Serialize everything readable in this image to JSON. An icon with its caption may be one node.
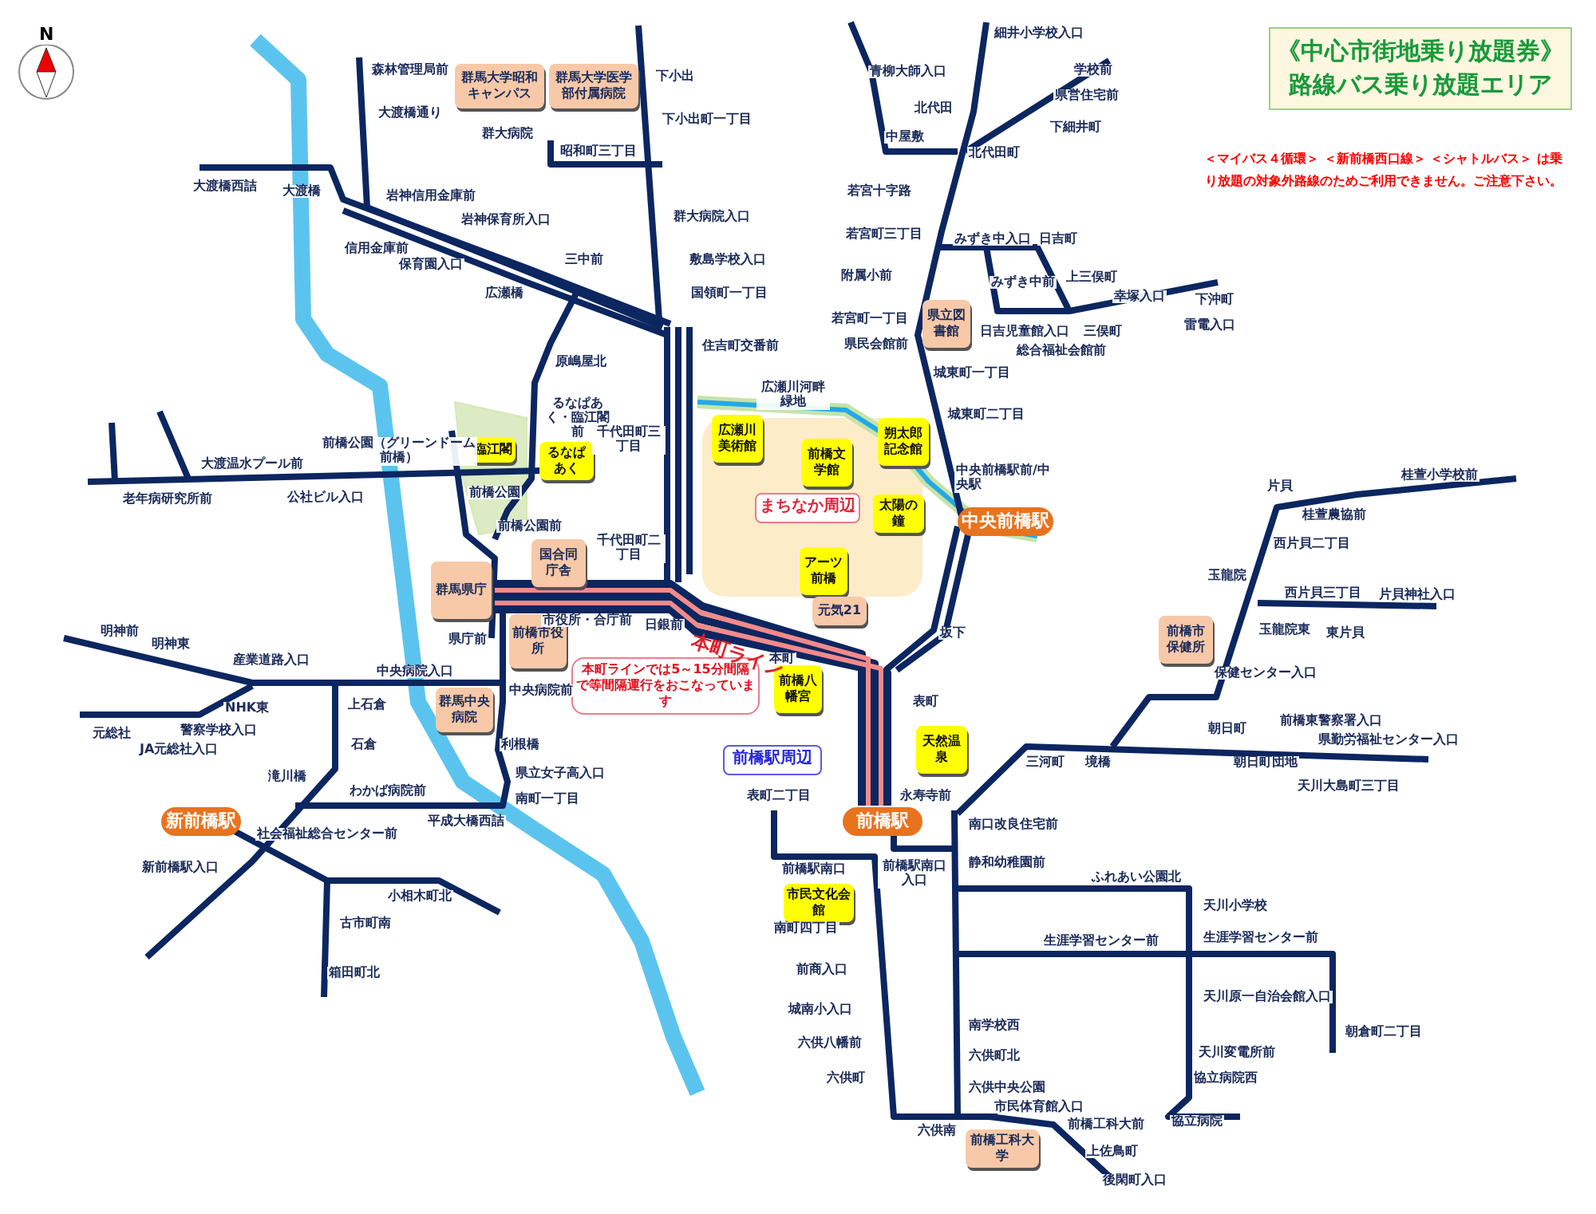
{
  "diagram": {
    "title": "《中心市街地乗り放題券》路線バス乗り放題エリア",
    "nodes": [
      {
        "text": [
          "群馬大学昭和キャンパス"
        ]
      },
      {
        "text": [
          "群馬大学医学部付属病院"
        ]
      },
      {
        "text": [
          "臨江閣"
        ]
      },
      {
        "text": [
          "るなぱあく"
        ]
      },
      {
        "text": [
          "広瀬川美術館"
        ]
      },
      {
        "text": [
          "前橋文学館"
        ]
      },
      {
        "text": [
          "朔太郎記念館"
        ]
      },
      {
        "text": [
          "太陽の鐘"
        ]
      },
      {
        "text": [
          "まちなか周辺"
        ]
      },
      {
        "text": [
          "国合同庁舎"
        ]
      },
      {
        "text": [
          "アーツ前橋"
        ]
      },
      {
        "text": [
          "元気21"
        ]
      },
      {
        "text": [
          "群馬県庁"
        ]
      },
      {
        "text": [
          "前橋市役所"
        ]
      },
      {
        "text": [
          "群馬中央病院"
        ]
      },
      {
        "text": [
          "本町ラインでは5～15分間隔で等間隔運行をおこなっています"
        ]
      },
      {
        "text": [
          "前橋八幡宮"
        ]
      },
      {
        "text": [
          "前橋駅周辺"
        ]
      },
      {
        "text": [
          "天然温泉"
        ]
      },
      {
        "text": [
          "前橋駅"
        ]
      },
      {
        "text": [
          "中央前橋駅"
        ]
      },
      {
        "text": [
          "新前橋駅"
        ]
      },
      {
        "text": [
          "市民文化会館"
        ]
      },
      {
        "text": [
          "県立図書館"
        ]
      },
      {
        "text": [
          "前橋市保健所"
        ]
      },
      {
        "text": [
          "前橋工科大学"
        ]
      }
    ],
    "labels": [
      "N",
      "森林管理局前",
      "大渡橋通り",
      "大渡橋西詰",
      "大渡橋",
      "岩神信用金庫前",
      "信用金庫前",
      "岩神保育所入口",
      "保育園入口",
      "広瀬橋",
      "三中前",
      "群大病院",
      "昭和町三丁目",
      "下小出",
      "下小出町一丁目",
      "群大病院入口",
      "敷島学校入口",
      "国領町一丁目",
      "住吉町交番前",
      "原嶋屋北",
      "るなぱあく・臨江閣前",
      "千代田町三丁目",
      "千代田町二丁目",
      "前橋公園（グリーンドーム前橋）",
      "前橋公園",
      "大渡温水プール前",
      "老年病研究所前",
      "公社ビル入口",
      "前橋公園前",
      "市役所・合庁前",
      "日銀前",
      "本町ライン",
      "本町",
      "坂下",
      "県庁前",
      "中央病院入口",
      "中央病院前",
      "利根橋",
      "県立女子高入口",
      "南町一丁目",
      "明神前",
      "明神東",
      "産業道路入口",
      "NHK東",
      "元総社",
      "警察学校入口",
      "JA元総社入口",
      "上石倉",
      "石倉",
      "滝川橋",
      "わかば病院前",
      "社会福祉総合センター前",
      "平成大橋西詰",
      "新前橋駅入口",
      "小相木町北",
      "古市町南",
      "箱田町北",
      "細井小学校入口",
      "学校前",
      "県営住宅前",
      "下細井町",
      "青柳大師入口",
      "北代田",
      "中屋敷",
      "北代田町",
      "若宮十字路",
      "若宮町三丁目",
      "みずき中入口",
      "日吉町",
      "みずき中前",
      "上三俣町",
      "幸塚入口",
      "下沖町",
      "三俣町",
      "雷電入口",
      "附属小前",
      "日吉児童館入口",
      "総合福祉会館前",
      "若宮町一丁目",
      "県民会館前",
      "城東町一丁目",
      "城東町二丁目",
      "中央前橋駅前/中央駅",
      "広瀬川河畔緑地",
      "＜マイバス４循環＞ ＜新前橋西口線＞ ＜シャトルバス＞ は乗り放題の対象外路線のためご利用できません。ご注意下さい。",
      "片貝",
      "桂萱小学校前",
      "桂萱農協前",
      "西片貝二丁目",
      "玉龍院",
      "西片貝三丁目",
      "片貝神社入口",
      "玉龍院東",
      "東片貝",
      "保健センター入口",
      "三河町",
      "境橋",
      "朝日町",
      "朝日町団地",
      "前橋東警察署入口",
      "県勤労福祉センター入口",
      "天川大島町三丁目",
      "表町",
      "表町二丁目",
      "永寿寺前",
      "南口改良住宅前",
      "前橋駅南口入口",
      "前橋駅南口",
      "静和幼稚園前",
      "南町四丁目",
      "前商入口",
      "城南小入口",
      "六供八幡前",
      "六供町",
      "六供南",
      "ふれあい公園北",
      "天川小学校",
      "生涯学習センター前",
      "生涯学習センター前",
      "天川原一自治会館入口",
      "朝倉町二丁目",
      "天川変電所前",
      "協立病院西",
      "協立病院",
      "南学校西",
      "六供町北",
      "六供中央公園",
      "市民体育館入口",
      "前橋工科大前",
      "上佐鳥町",
      "後閑町入口"
    ]
  }
}
